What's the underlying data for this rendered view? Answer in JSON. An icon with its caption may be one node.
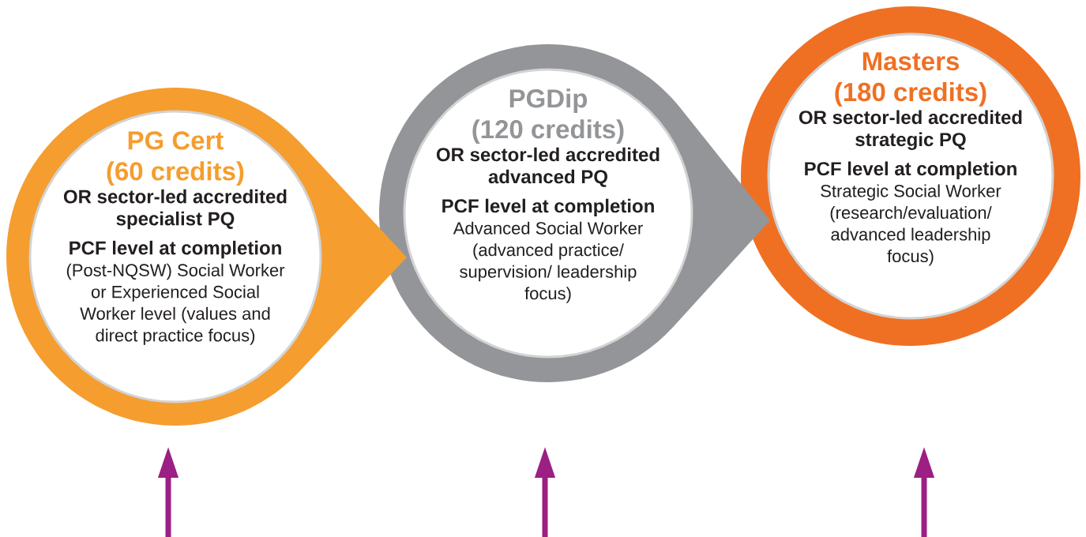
{
  "diagram": {
    "nodes": [
      {
        "text": [
          "PG Cert (60 credits)",
          "OR sector-led accredited specialist PQ",
          "PCF level at completion",
          "(Post-NQSW) Social Worker or Experienced Social Worker level (values and direct practice focus)"
        ]
      },
      {
        "text": [
          "PGDip (120 credits)",
          "OR sector-led accredited advanced PQ",
          "PCF level at completion",
          "Advanced Social Worker (advanced practice/ supervision/ leadership focus)"
        ]
      },
      {
        "text": [
          "Masters (180 credits)",
          "OR sector-led accredited strategic PQ",
          "PCF level at completion",
          "Strategic Social Worker (research/evaluation/ advanced leadership focus)"
        ]
      }
    ]
  }
}
